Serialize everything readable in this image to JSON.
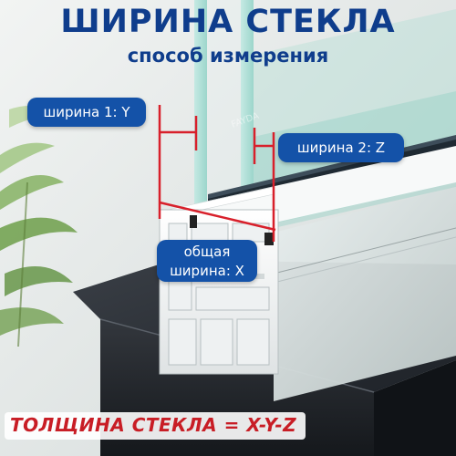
{
  "title": "ШИРИНА СТЕКЛА",
  "subtitle": "способ измерения",
  "labels": {
    "width_1": "ширина 1: Y",
    "width_2": "ширина 2: Z",
    "total_line1": "общая",
    "total_line2": "ширина: X"
  },
  "formula": "ТОЛЩИНА СТЕКЛА = X-Y-Z",
  "colors": {
    "title": "#0f3d8c",
    "label_background": "#1452a8",
    "measure_lines": "#d8202b",
    "formula": "#c81d25"
  }
}
